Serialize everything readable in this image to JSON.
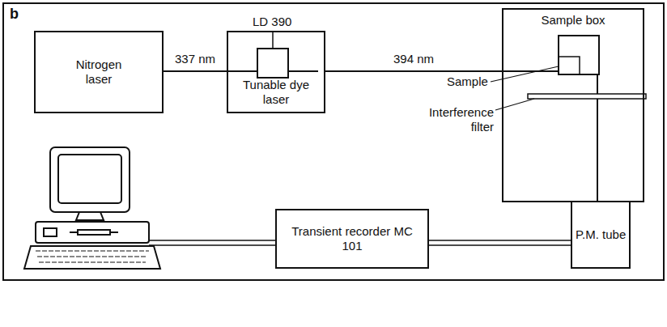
{
  "diagram": {
    "nodes": [
      {
        "text": [
          "Nitrogen laser"
        ]
      },
      {
        "text": [
          "Tunable dye laser"
        ]
      },
      {
        "text": [
          "Sample box"
        ]
      },
      {
        "text": [
          "Transient recorder MC 101"
        ]
      },
      {
        "text": [
          "P.M. tube"
        ]
      }
    ],
    "edges": [
      {
        "from": 0,
        "to": 1,
        "label": "337 nm",
        "arrow": "none"
      },
      {
        "from": 1,
        "to": 2,
        "label": "394 nm",
        "arrow": "none"
      },
      {
        "from": 4,
        "to": 3,
        "arrow": "none"
      }
    ],
    "labels": [
      "b",
      "LD 390",
      "Sample",
      "Interference filter"
    ]
  }
}
